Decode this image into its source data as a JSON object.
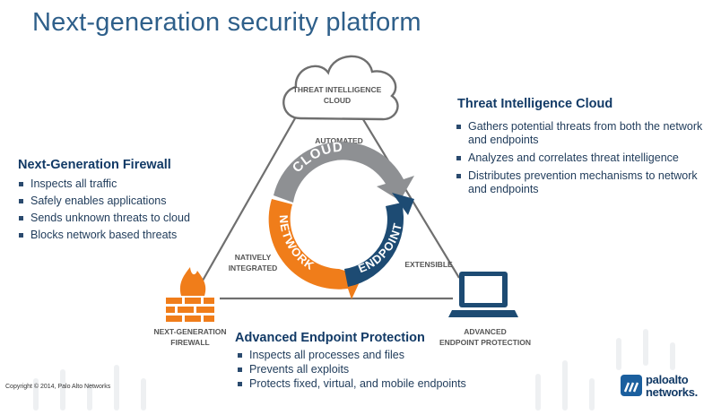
{
  "title": "Next-generation security platform",
  "diagram": {
    "cloud_label": [
      "THREAT INTELLIGENCE",
      "CLOUD"
    ],
    "firewall_label": [
      "NEXT-GENERATION",
      "FIREWALL"
    ],
    "endpoint_label": [
      "ADVANCED",
      "ENDPOINT PROTECTION"
    ],
    "edge_automated": "AUTOMATED",
    "edge_natively": [
      "NATIVELY",
      "INTEGRATED"
    ],
    "edge_extensible": "EXTENSIBLE",
    "ring_cloud": "CLOUD",
    "ring_network": "NETWORK",
    "ring_endpoint": "ENDPOINT",
    "colors": {
      "gray": "#8e9093",
      "orange": "#f07d1a",
      "navy": "#1d4b73",
      "fire": "#f07d1a"
    }
  },
  "threat_cloud": {
    "title": "Threat Intelligence Cloud",
    "bullets": [
      "Gathers potential threats from both the network and endpoints",
      "Analyzes and correlates threat intelligence",
      "Distributes prevention mechanisms to network and endpoints"
    ]
  },
  "firewall": {
    "title": "Next-Generation Firewall",
    "bullets": [
      "Inspects all traffic",
      "Safely enables applications",
      "Sends unknown threats to cloud",
      "Blocks network based threats"
    ]
  },
  "endpoint": {
    "title": "Advanced Endpoint Protection",
    "bullets": [
      "Inspects all processes and files",
      "Prevents all exploits",
      "Protects fixed, virtual, and mobile endpoints"
    ]
  },
  "footer": {
    "copyright": "Copyright © 2014, Palo Alto Networks",
    "logo_line1": "paloalto",
    "logo_line2": "networks."
  }
}
